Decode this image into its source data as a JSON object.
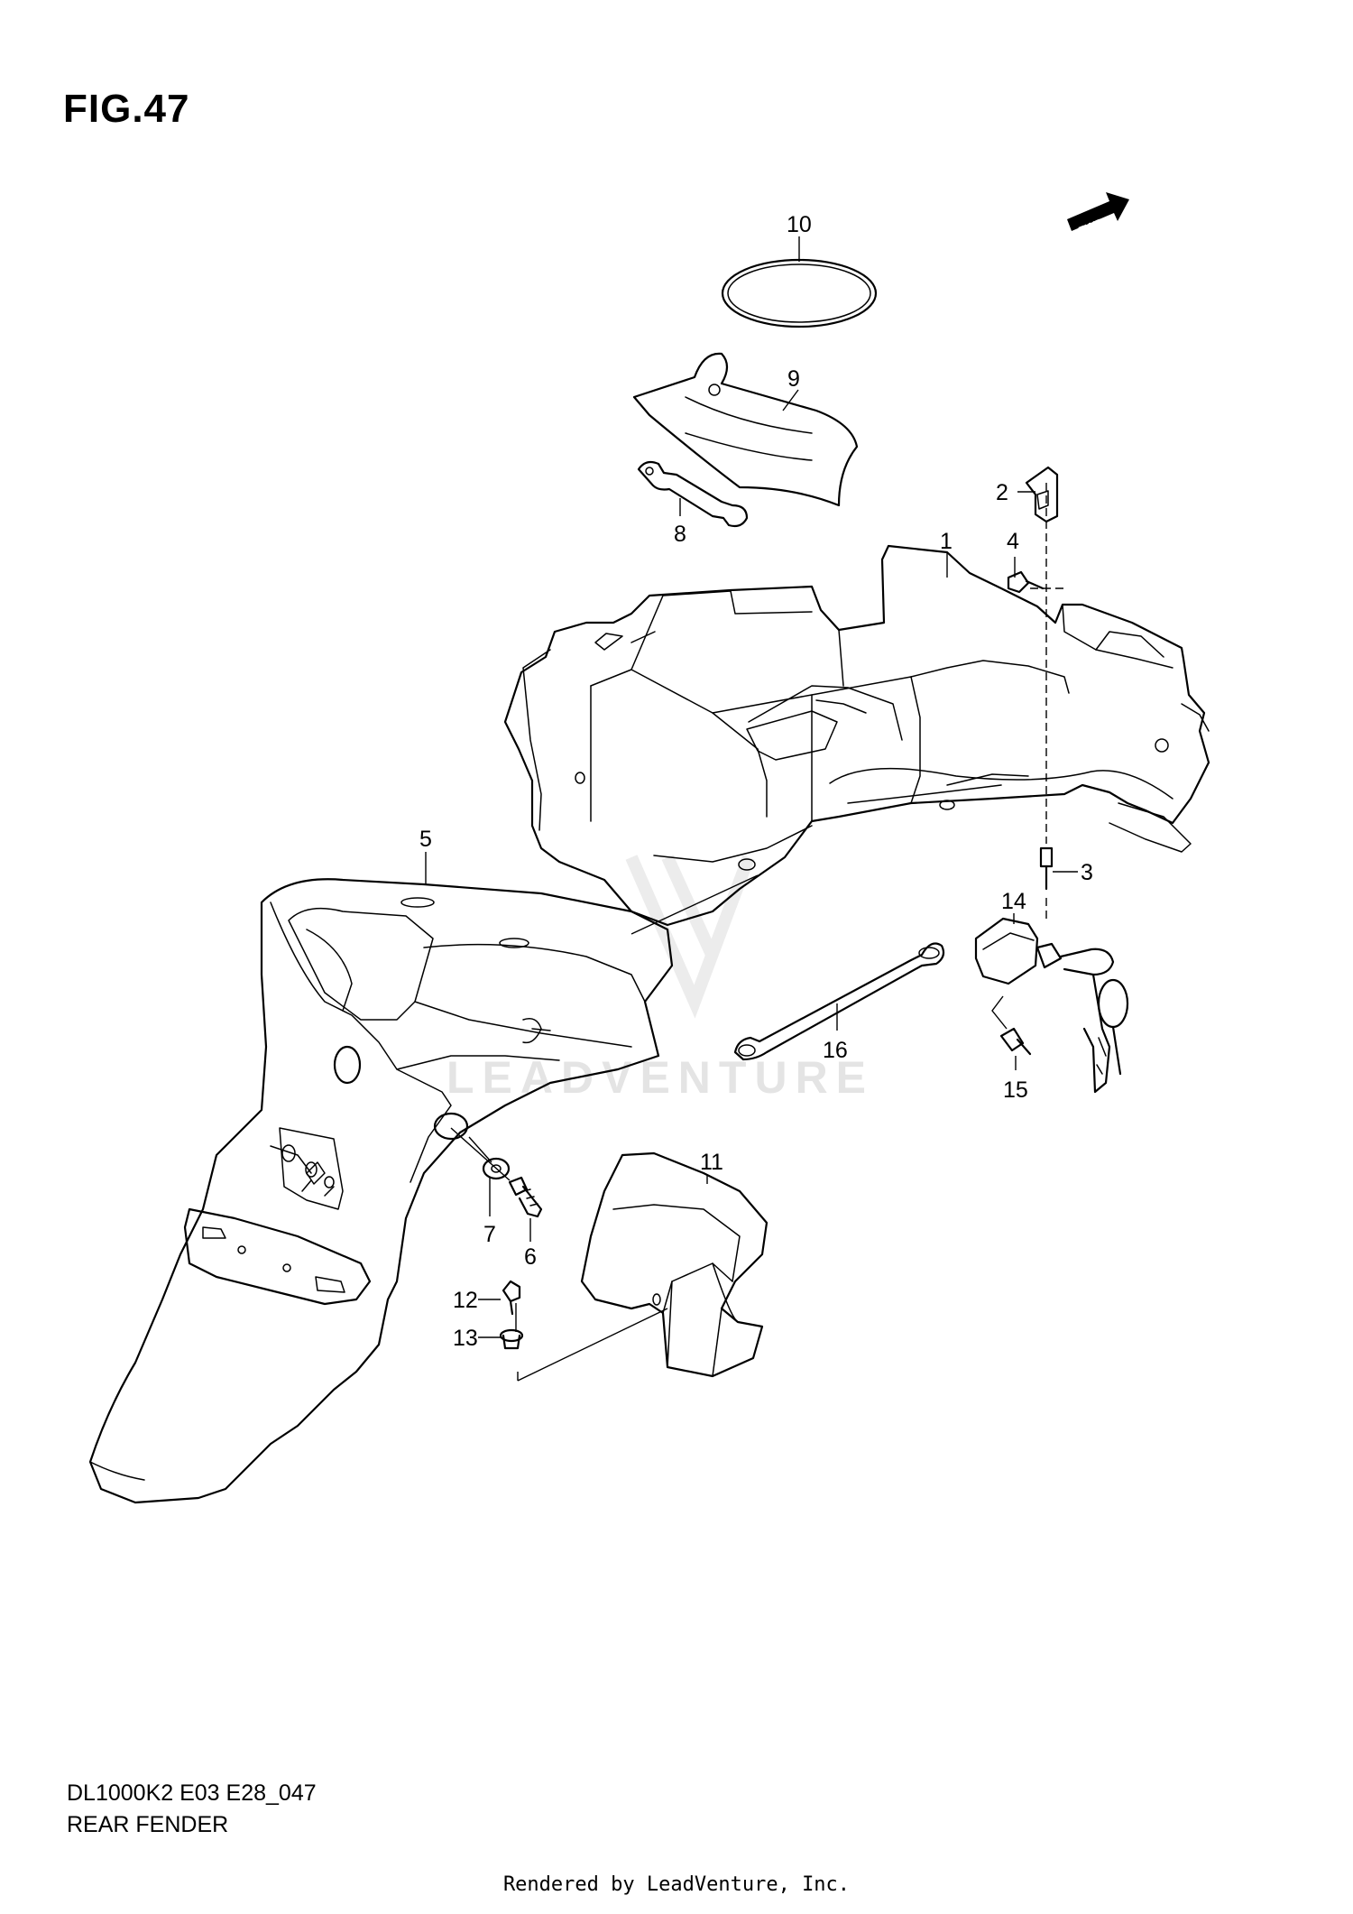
{
  "figure": {
    "title": "FIG.47",
    "model_code": "DL1000K2 E03 E28_047",
    "section_name": "REAR FENDER"
  },
  "fwd_arrow": {
    "label": "FWD"
  },
  "watermark": {
    "text": "LEADVENTURE"
  },
  "callouts": [
    {
      "id": "1",
      "label": "1"
    },
    {
      "id": "2",
      "label": "2"
    },
    {
      "id": "3",
      "label": "3"
    },
    {
      "id": "4",
      "label": "4"
    },
    {
      "id": "5",
      "label": "5"
    },
    {
      "id": "6",
      "label": "6"
    },
    {
      "id": "7",
      "label": "7"
    },
    {
      "id": "8",
      "label": "8"
    },
    {
      "id": "9",
      "label": "9"
    },
    {
      "id": "10",
      "label": "10"
    },
    {
      "id": "11",
      "label": "11"
    },
    {
      "id": "12",
      "label": "12"
    },
    {
      "id": "13",
      "label": "13"
    },
    {
      "id": "14",
      "label": "14"
    },
    {
      "id": "15",
      "label": "15"
    },
    {
      "id": "16",
      "label": "16"
    }
  ],
  "footer": {
    "text": "Rendered by LeadVenture, Inc."
  }
}
